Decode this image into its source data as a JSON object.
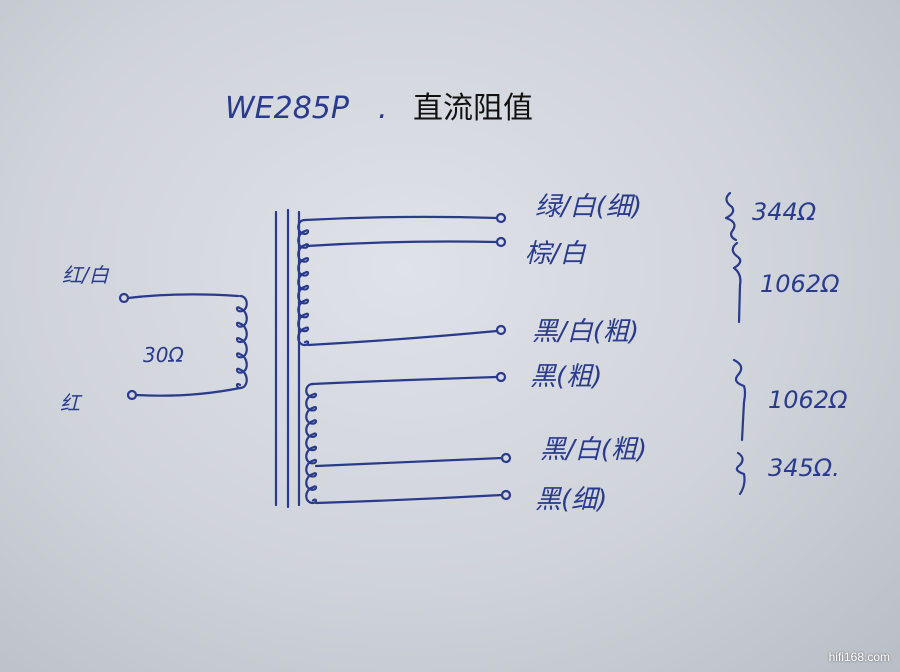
{
  "title": {
    "model": "WE285P",
    "separator": ".",
    "subject": "直流阻值"
  },
  "primary": {
    "top_lead": "红/白",
    "bottom_lead": "红",
    "resistance": "30Ω"
  },
  "secondary": {
    "leads": [
      "绿/白(细)",
      "棕/白",
      "黑/白(粗)",
      "黑(粗)",
      "黑/白(粗)",
      "黑(细)"
    ],
    "resistances": [
      "344Ω",
      "1062Ω",
      "1062Ω",
      "345Ω."
    ]
  },
  "watermark": "hifi168.com",
  "colors": {
    "ink": "#2a3a8c",
    "paper": "#d6d9df"
  }
}
